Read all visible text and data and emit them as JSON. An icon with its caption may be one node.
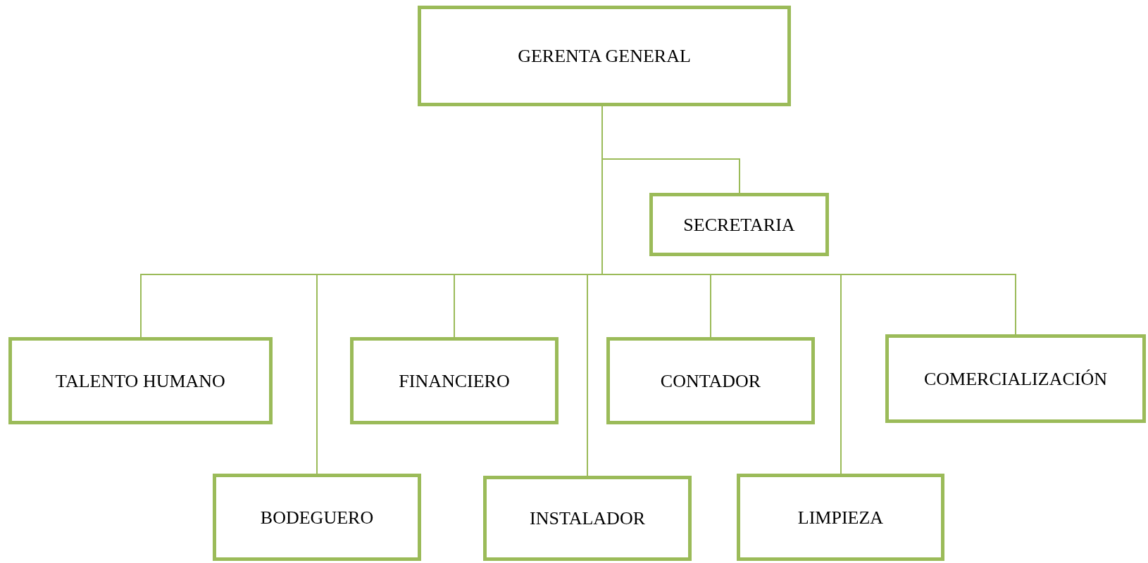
{
  "diagram": {
    "nodes": [
      {
        "text": [
          "GERENTA GENERAL"
        ]
      },
      {
        "text": [
          "SECRETARIA"
        ]
      },
      {
        "text": [
          "TALENTO HUMANO"
        ]
      },
      {
        "text": [
          "BODEGUERO"
        ]
      },
      {
        "text": [
          "FINANCIERO"
        ]
      },
      {
        "text": [
          "INSTALADOR"
        ]
      },
      {
        "text": [
          "CONTADOR"
        ]
      },
      {
        "text": [
          "LIMPIEZA"
        ]
      },
      {
        "text": [
          "COMERCIALIZACIÓN"
        ]
      }
    ],
    "edges": [
      {
        "from": 0,
        "to": 1,
        "arrow": "none"
      },
      {
        "from": 0,
        "to": 2,
        "arrow": "none"
      },
      {
        "from": 0,
        "to": 3,
        "arrow": "none"
      },
      {
        "from": 0,
        "to": 4,
        "arrow": "none"
      },
      {
        "from": 0,
        "to": 5,
        "arrow": "none"
      },
      {
        "from": 0,
        "to": 6,
        "arrow": "none"
      },
      {
        "from": 0,
        "to": 7,
        "arrow": "none"
      },
      {
        "from": 0,
        "to": 8,
        "arrow": "none"
      }
    ]
  }
}
